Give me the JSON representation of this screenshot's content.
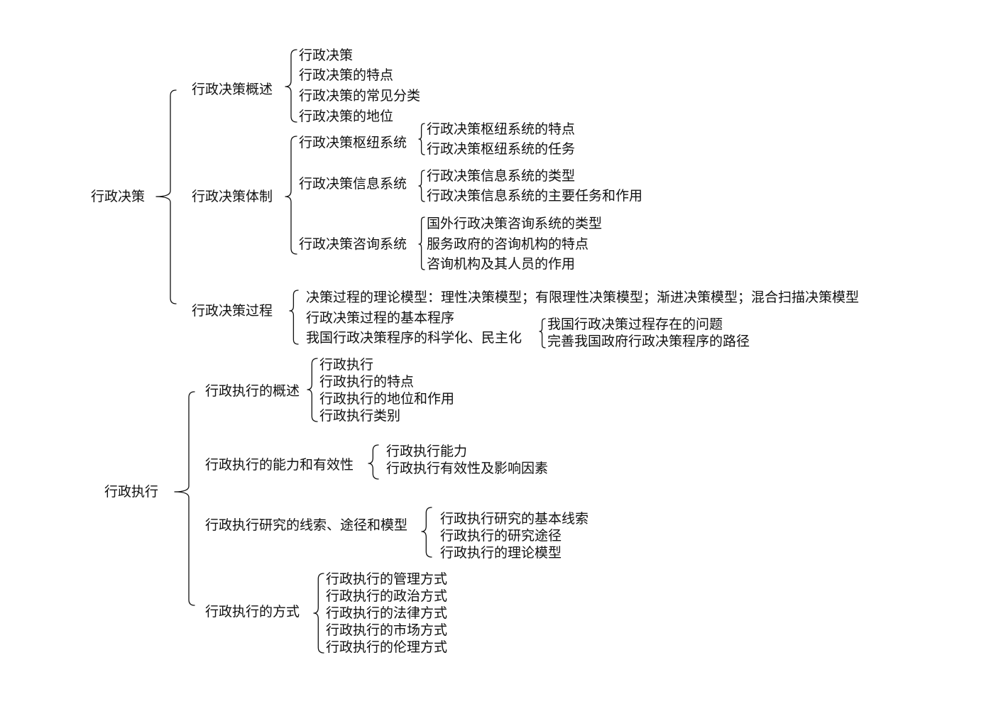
{
  "diagram": {
    "decision": {
      "root": "行政决策",
      "overview": {
        "label": "行政决策概述",
        "items": [
          "行政决策",
          "行政决策的特点",
          "行政决策的常见分类",
          "行政决策的地位"
        ]
      },
      "system": {
        "label": "行政决策体制",
        "hub": {
          "label": "行政决策枢纽系统",
          "items": [
            "行政决策枢纽系统的特点",
            "行政决策枢纽系统的任务"
          ]
        },
        "info": {
          "label": "行政决策信息系统",
          "items": [
            "行政决策信息系统的类型",
            "行政决策信息系统的主要任务和作用"
          ]
        },
        "consult": {
          "label": "行政决策咨询系统",
          "items": [
            "国外行政决策咨询系统的类型",
            "服务政府的咨询机构的特点",
            "咨询机构及其人员的作用"
          ]
        }
      },
      "process": {
        "label": "行政决策过程",
        "models": "决策过程的理论模型：理性决策模型；有限理性决策模型；渐进决策模型；混合扫描决策模型",
        "basic": "行政决策过程的基本程序",
        "reform": {
          "label": "我国行政决策程序的科学化、民主化",
          "items": [
            "我国行政决策过程存在的问题",
            "完善我国政府行政决策程序的路径"
          ]
        }
      }
    },
    "execution": {
      "root": "行政执行",
      "overview": {
        "label": "行政执行的概述",
        "items": [
          "行政执行",
          "行政执行的特点",
          "行政执行的地位和作用",
          "行政执行类别"
        ]
      },
      "capacity": {
        "label": "行政执行的能力和有效性",
        "items": [
          "行政执行能力",
          "行政执行有效性及影响因素"
        ]
      },
      "research": {
        "label": "行政执行研究的线索、途径和模型",
        "items": [
          "行政执行研究的基本线索",
          "行政执行的研究途径",
          "行政执行的理论模型"
        ]
      },
      "methods": {
        "label": "行政执行的方式",
        "items": [
          "行政执行的管理方式",
          "行政执行的政治方式",
          "行政执行的法律方式",
          "行政执行的市场方式",
          "行政执行的伦理方式"
        ]
      }
    }
  }
}
